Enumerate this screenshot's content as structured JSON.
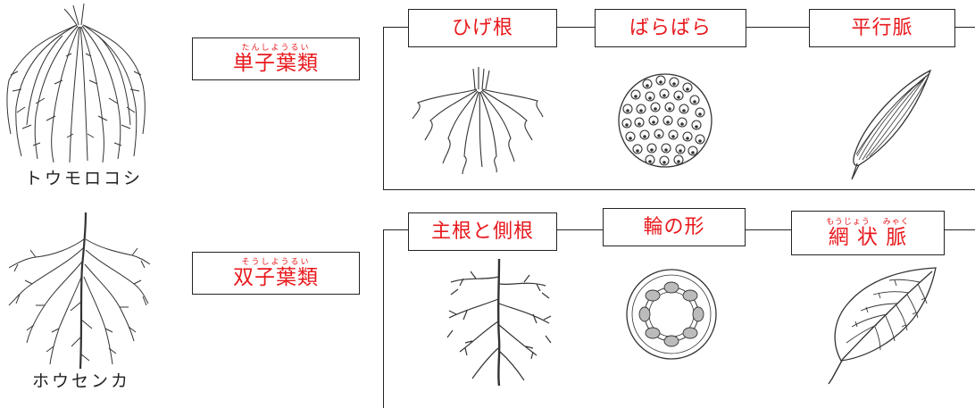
{
  "monocot": {
    "plant_name": "トウモロコシ",
    "class_reading": "たんしようるい",
    "class_label": "単子葉類",
    "features": [
      {
        "label": "ひげ根"
      },
      {
        "label": "ばらばら"
      },
      {
        "label": "平行脈"
      }
    ]
  },
  "dicot": {
    "plant_name": "ホウセンカ",
    "class_reading": "そうしようるい",
    "class_label": "双子葉類",
    "features": [
      {
        "label": "主根と側根"
      },
      {
        "label": "輪の形"
      },
      {
        "reading_1": "もうじょう",
        "reading_2": "みゃく",
        "label": "網 状 脈"
      }
    ]
  },
  "colors": {
    "accent": "#e8191d",
    "line": "#222222"
  }
}
